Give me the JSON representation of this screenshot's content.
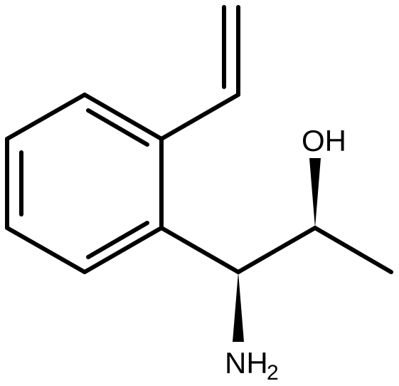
{
  "molecule": {
    "labels": {
      "hydroxyl": "OH",
      "amine_main": "NH",
      "amine_subscript": "2"
    }
  }
}
